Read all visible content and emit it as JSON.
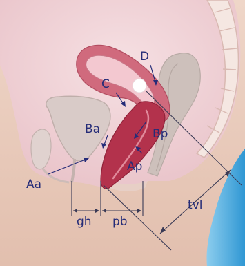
{
  "labels": {
    "D": "D",
    "C": "C",
    "Ba": "Ba",
    "Bp": "Bp",
    "Aa": "Aa",
    "Ap": "Ap",
    "gh": "gh",
    "pb": "pb",
    "tvl": "tvl"
  },
  "colors": {
    "skin": "#e8c9ba",
    "body_pink": "#f0d4d8",
    "bladder": "#d8c9c6",
    "rectum": "#c9bdb8",
    "uterus_outer": "#cf6478",
    "uterus_inner": "#f2c6ce",
    "vagina": "#b8324c",
    "label": "#252c78",
    "line": "#3a3a55",
    "water": "#45a9dc"
  }
}
